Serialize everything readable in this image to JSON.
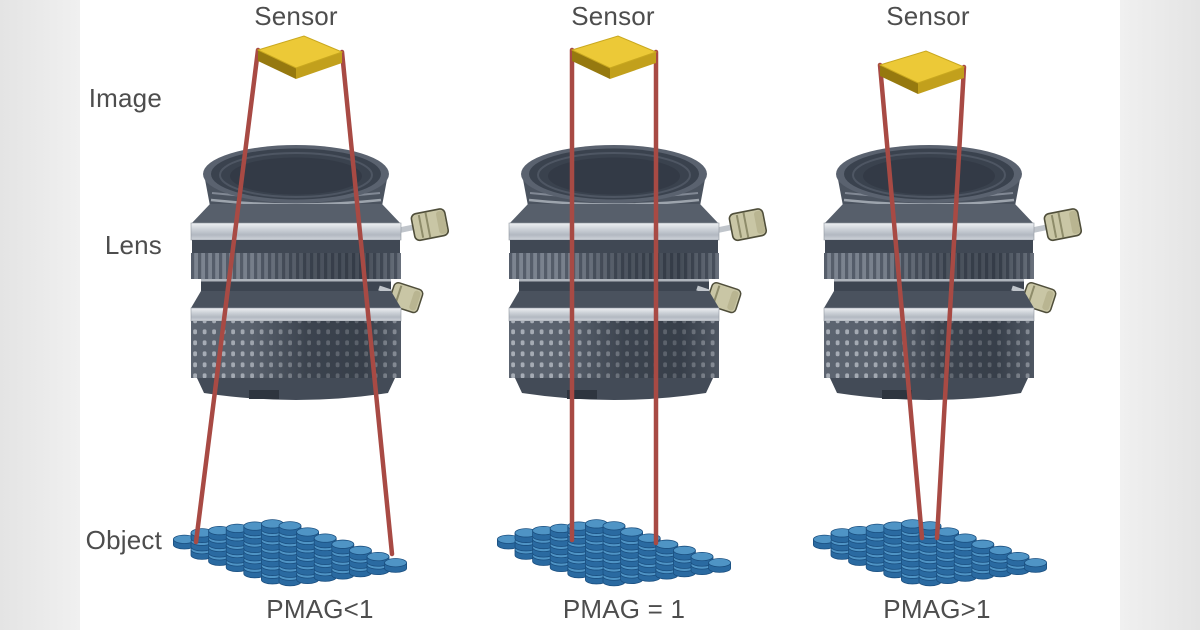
{
  "figure": {
    "description_labels": {
      "image": "Image",
      "lens": "Lens",
      "object": "Object"
    },
    "panels": [
      {
        "sensor_label": "Sensor",
        "caption": "PMAG<1"
      },
      {
        "sensor_label": "Sensor",
        "caption": "PMAG = 1"
      },
      {
        "sensor_label": "Sensor",
        "caption": "PMAG>1"
      }
    ],
    "colors": {
      "ray_red": "#a84a44",
      "sensor_yellow": "#ecc937",
      "sensor_side_dark": "#96790f",
      "lens_body_gray": "#4a525e",
      "lens_silver": "#c9cdd3",
      "screw_beige": "#c9c6a5",
      "object_blue": "#2d6ca3",
      "object_blue_light": "#4f94c5",
      "label_text": "#4d4d4d",
      "gutter_gray": "#e9e9e9",
      "canvas_white": "#ffffff"
    }
  }
}
